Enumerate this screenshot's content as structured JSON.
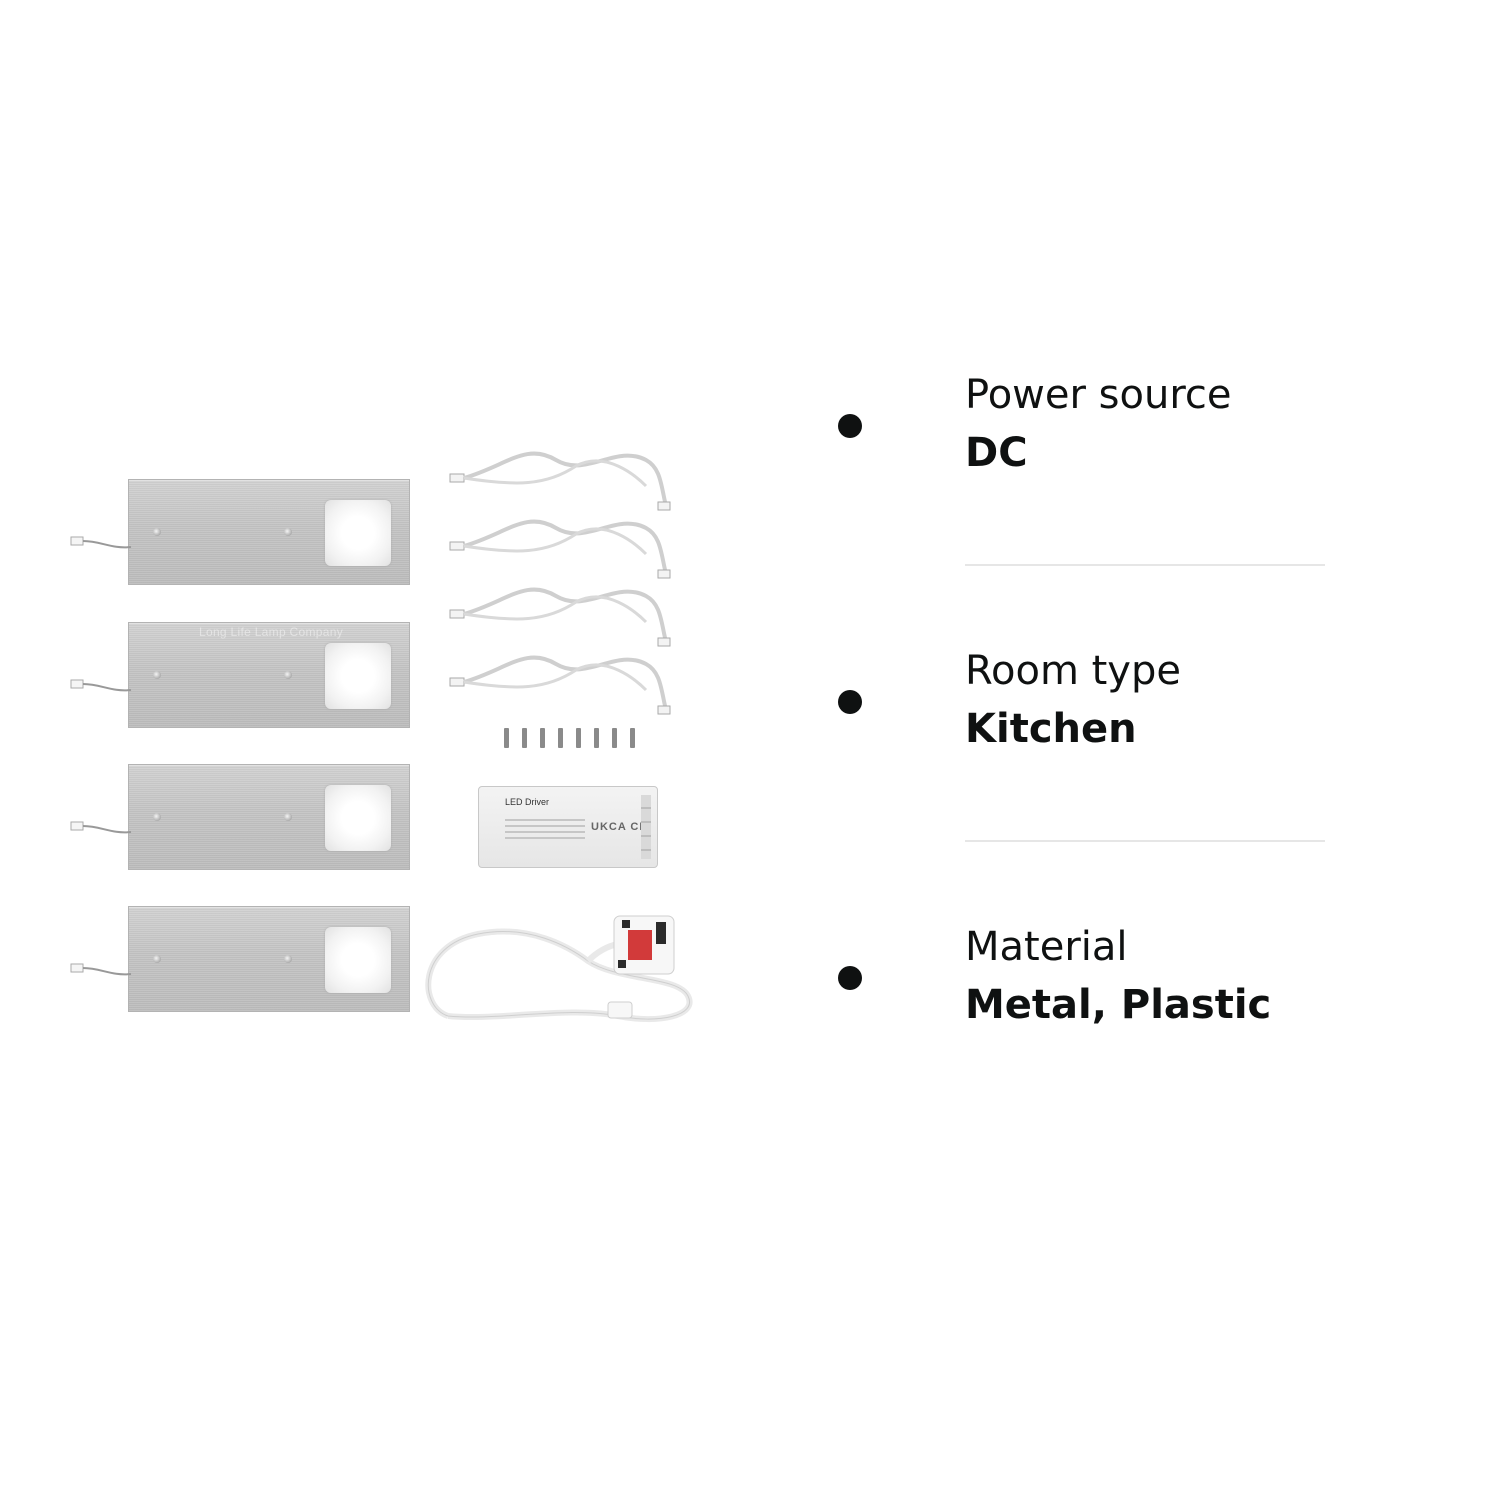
{
  "product_image": {
    "watermark": "Long Life Lamp Company",
    "driver_label": "LED Driver",
    "driver_marks": "UKCA CE"
  },
  "specs": [
    {
      "label": "Power source",
      "value": "DC"
    },
    {
      "label": "Room type",
      "value": "Kitchen"
    },
    {
      "label": "Material",
      "value": "Metal, Plastic"
    }
  ]
}
